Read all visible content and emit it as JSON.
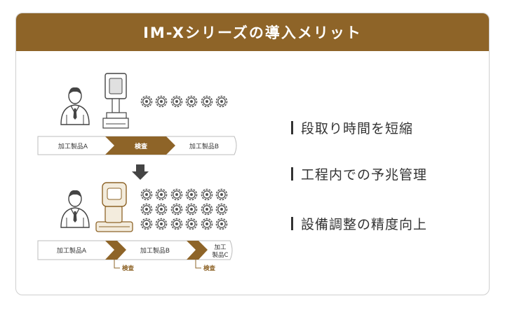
{
  "title": "IM-Xシリーズの導入メリット",
  "colors": {
    "brand_brown": "#8e6428",
    "dark_gray": "#444444"
  },
  "before": {
    "product_a": "加工製品A",
    "inspection": "検査",
    "product_b": "加工製品B"
  },
  "after": {
    "product_a": "加工製品A",
    "product_b": "加工製品B",
    "product_c_line1": "加工",
    "product_c_line2": "製品C",
    "inspection_1": "検査",
    "inspection_2": "検査"
  },
  "benefits": [
    "段取り時間を短縮",
    "工程内での予兆管理",
    "設備調整の精度向上"
  ]
}
